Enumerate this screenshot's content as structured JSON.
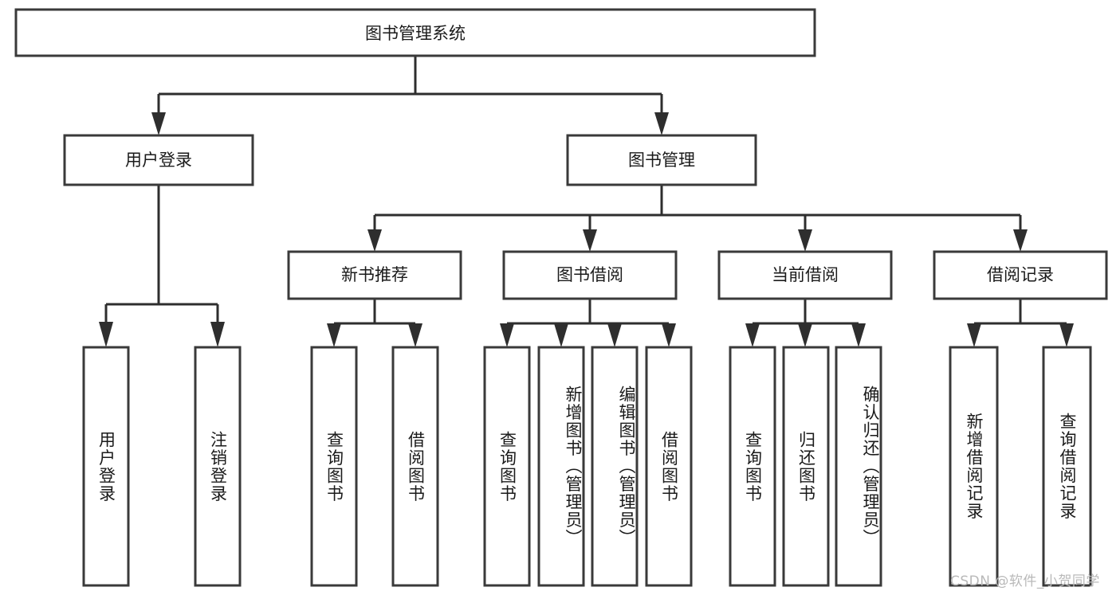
{
  "diagram": {
    "type": "tree-hierarchy-chart",
    "title": "图书管理系统",
    "background_color": "#ffffff",
    "box_border_color": "#3a3a3a",
    "connector_color": "#2e2e2e",
    "text_color": "#1a1a1a",
    "levels": 4,
    "root": {
      "id": "root",
      "label": "图书管理系统",
      "orientation": "horizontal"
    },
    "level2": [
      {
        "id": "user-login",
        "label": "用户登录",
        "orientation": "horizontal"
      },
      {
        "id": "book-manage",
        "label": "图书管理",
        "orientation": "horizontal"
      }
    ],
    "level3": [
      {
        "id": "new-book-recommend",
        "label": "新书推荐",
        "parent": "book-manage",
        "orientation": "horizontal"
      },
      {
        "id": "book-borrow",
        "label": "图书借阅",
        "parent": "book-manage",
        "orientation": "horizontal"
      },
      {
        "id": "current-borrow",
        "label": "当前借阅",
        "parent": "book-manage",
        "orientation": "horizontal"
      },
      {
        "id": "borrow-record",
        "label": "借阅记录",
        "parent": "book-manage",
        "orientation": "horizontal"
      }
    ],
    "leaves": [
      {
        "id": "leaf-user-login",
        "label": "用户登录",
        "parent": "user-login",
        "orientation": "vertical"
      },
      {
        "id": "leaf-logout-login",
        "label": "注销登录",
        "parent": "user-login",
        "orientation": "vertical"
      },
      {
        "id": "leaf-query-book-1",
        "label": "查询图书",
        "parent": "new-book-recommend",
        "orientation": "vertical"
      },
      {
        "id": "leaf-borrow-book-1",
        "label": "借阅图书",
        "parent": "new-book-recommend",
        "orientation": "vertical"
      },
      {
        "id": "leaf-query-book-2",
        "label": "查询图书",
        "parent": "book-borrow",
        "orientation": "vertical"
      },
      {
        "id": "leaf-add-book",
        "label": "新增图书（管理员）",
        "parent": "book-borrow",
        "orientation": "vertical"
      },
      {
        "id": "leaf-edit-book",
        "label": "编辑图书（管理员）",
        "parent": "book-borrow",
        "orientation": "vertical"
      },
      {
        "id": "leaf-borrow-book-2",
        "label": "借阅图书",
        "parent": "book-borrow",
        "orientation": "vertical"
      },
      {
        "id": "leaf-query-book-3",
        "label": "查询图书",
        "parent": "current-borrow",
        "orientation": "vertical"
      },
      {
        "id": "leaf-return-book",
        "label": "归还图书",
        "parent": "current-borrow",
        "orientation": "vertical"
      },
      {
        "id": "leaf-confirm-return",
        "label": "确认归还（管理员）",
        "parent": "current-borrow",
        "orientation": "vertical"
      },
      {
        "id": "leaf-add-record",
        "label": "新增借阅记录",
        "parent": "borrow-record",
        "orientation": "vertical"
      },
      {
        "id": "leaf-query-record",
        "label": "查询借阅记录",
        "parent": "borrow-record",
        "orientation": "vertical"
      }
    ],
    "watermark": "CSDN @软件_小贺同学"
  }
}
